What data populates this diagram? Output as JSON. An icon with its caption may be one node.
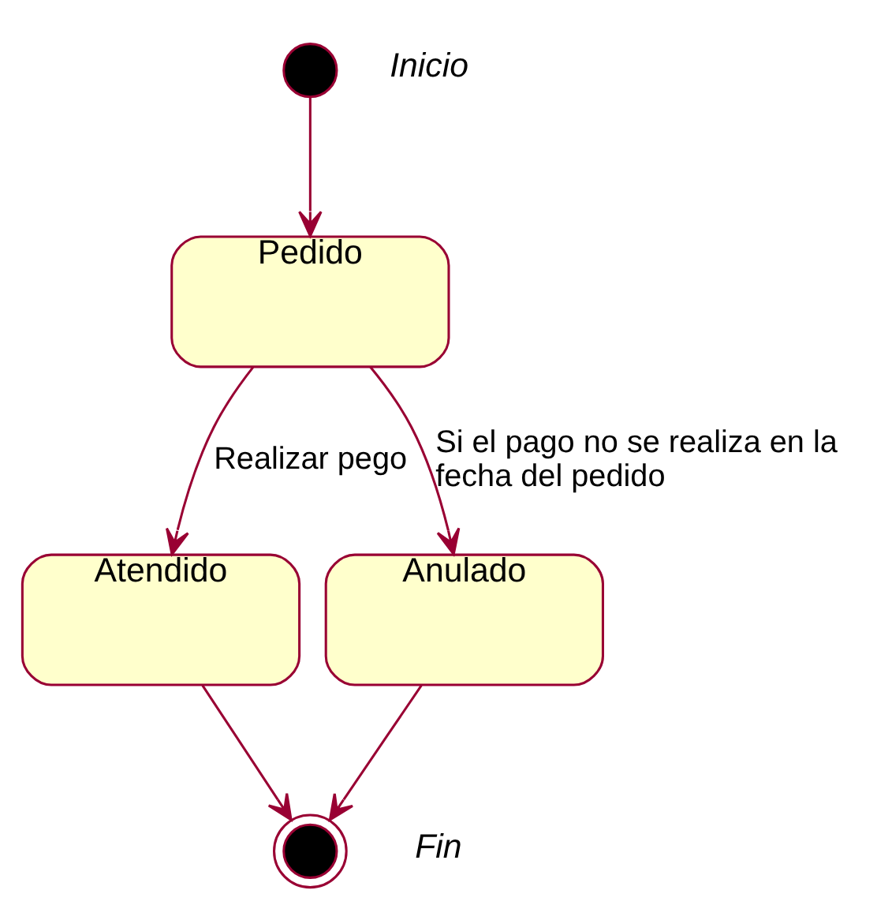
{
  "diagram": {
    "nodes": [
      {
        "text": [],
        "shape": "circle",
        "beside": [
          "Inicio"
        ]
      },
      {
        "text": [
          "Pedido"
        ]
      },
      {
        "text": [
          "Anulado"
        ]
      },
      {
        "text": [
          "Atendido"
        ]
      },
      {
        "text": [],
        "shape": "circle",
        "beside": [
          "Fin"
        ]
      }
    ],
    "edges": [
      {
        "from": 0,
        "to": 1,
        "arrow": "to"
      },
      {
        "from": 1,
        "to": 2,
        "arrow": "to",
        "label": "Si el pago no se realiza en la fecha del pedido"
      },
      {
        "from": 1,
        "to": 3,
        "arrow": "to",
        "label": "Realizar pego"
      },
      {
        "from": 3,
        "to": 4,
        "arrow": "to"
      },
      {
        "from": 2,
        "to": 4,
        "arrow": "to"
      }
    ]
  }
}
